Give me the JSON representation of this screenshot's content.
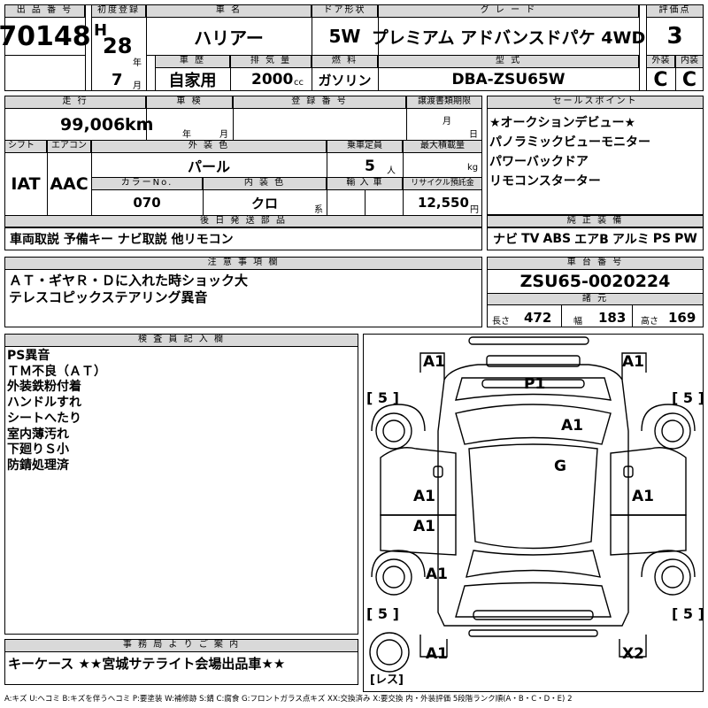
{
  "header": {
    "lot_no_label": "出 品 番 号",
    "lot_no": "70148",
    "first_reg_label": "初度登録",
    "era": "H",
    "reg_year": "28",
    "year_unit": "年",
    "reg_month": "7",
    "month_unit": "月",
    "car_name_label": "車 名",
    "car_name": "ハリアー",
    "door_label": "ドア形状",
    "door": "5W",
    "grade_label": "グ レ ー ド",
    "grade": "プレミアム アドバンスドパケ 4WD",
    "score_label": "評価点",
    "score": "3",
    "history_label": "車 歴",
    "history": "自家用",
    "displacement_label": "排 気 量",
    "displacement": "2000",
    "cc_unit": "cc",
    "fuel_label": "燃 料",
    "fuel": "ガソリン",
    "model_label": "型 式",
    "model": "DBA-ZSU65W",
    "exterior_label": "外装",
    "interior_label": "内装",
    "exterior_grade": "C",
    "interior_grade": "C"
  },
  "row2": {
    "mileage_label": "走 行",
    "mileage": "99,006",
    "km_unit": "km",
    "shaken_label": "車 検",
    "shaken_year_unit": "年",
    "shaken_month_unit": "月",
    "plate_label": "登 録 番 号",
    "transfer_label": "譲渡書類期限",
    "transfer_month_unit": "月",
    "transfer_day_unit": "日",
    "shift_label": "シフト",
    "shift": "IAT",
    "ac_label": "エアコン",
    "ac": "AAC",
    "color_label": "外 装 色",
    "color": "パール",
    "capacity_label": "乗車定員",
    "capacity": "5",
    "person_unit": "人",
    "load_label": "最大積載量",
    "kg_unit": "kg",
    "color_no_label": "カラーNo.",
    "color_no": "070",
    "int_color_label": "内 装 色",
    "int_color": "クロ",
    "int_color_suffix": "系",
    "import_label": "輸 入 車",
    "recycle_label": "リサイクル預託金",
    "recycle": "12,550",
    "yen_unit": "円"
  },
  "later": {
    "label": "後 日 発 送 部 品",
    "text": "車両取説 予備キー ナビ取説 他リモコン"
  },
  "sales": {
    "label": "セールスポイント",
    "items": [
      "★オークションデビュー★",
      "パノラミックビューモニター",
      "パワーバックドア",
      "リモコンスターター"
    ]
  },
  "equipment": {
    "label": "純 正 装 備",
    "items": [
      "ナビ",
      "TV",
      "ABS",
      "エアB",
      "アルミ",
      "PS",
      "PW"
    ]
  },
  "notes": {
    "label": "注 意 事 項 欄",
    "lines": [
      "ＡＴ・ギヤＲ・Ｄに入れた時ショック大",
      "テレスコピックステアリング異音"
    ]
  },
  "chassis": {
    "label": "車 台 番 号",
    "number": "ZSU65-0020224",
    "dims_label": "諸 元",
    "length_label": "長さ",
    "length": "472",
    "width_label": "幅",
    "width": "183",
    "height_label": "高さ",
    "height": "169"
  },
  "inspector": {
    "label": "検 査 員 記 入 欄",
    "lines": [
      "PS異音",
      "ＴＭ不良（ＡＴ）",
      "外装鉄粉付着",
      "ハンドルすれ",
      "シートへたり",
      "室内薄汚れ",
      "下廻りＳ小",
      "防錆処理済"
    ]
  },
  "diagram": {
    "marks": {
      "front_left": "A1",
      "front_right": "A1",
      "hood": "P1",
      "roof_right": "A1",
      "roof": "G",
      "left_front_door": "A1",
      "right_door": "A1",
      "left_rear_door": "A1",
      "left_rear_quarter": "A1",
      "rear_left": "A1",
      "rear_right": "X2"
    },
    "tire_fl": "[ 5 ]",
    "tire_fr": "[ 5 ]",
    "tire_rl": "[ 5 ]",
    "tire_rr": "[ 5 ]",
    "spare": "[レス]"
  },
  "office": {
    "label": "事 務 局 よ り ご 案 内",
    "text": "キーケース ★★宮城サテライト会場出品車★★"
  },
  "legend": "A:キズ U:ヘコミ B:キズを伴うヘコミ P:要塗装 W:補修跡 S:錆 C:腐食 G:フロントガラス点キズ XX:交換済み X:要交換 内・外装評価 5段階ランク順(A・B・C・D・E) 2"
}
